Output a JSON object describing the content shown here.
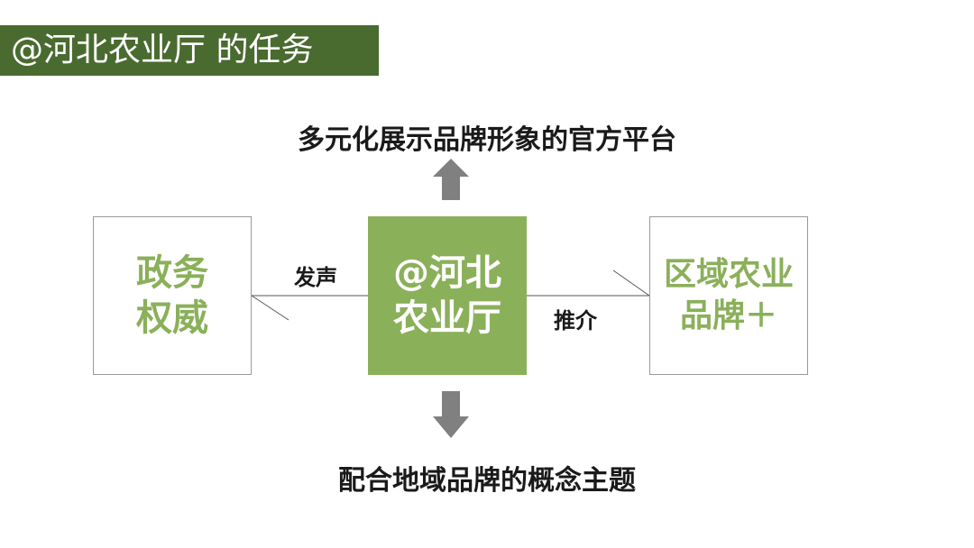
{
  "title": "@河北农业厅 的任务",
  "top_text": "多元化展示品牌形象的官方平台",
  "bottom_text": "配合地域品牌的概念主题",
  "boxes": {
    "left": [
      "政务",
      "权威"
    ],
    "center": [
      "@河北",
      "农业厅"
    ],
    "right": [
      "区域农业",
      "品牌＋"
    ]
  },
  "links": {
    "left_label": "发声",
    "right_label": "推介"
  },
  "colors": {
    "title_bg": "#4a6b30",
    "accent_green": "#8ab05a",
    "arrow_gray": "#808080"
  }
}
